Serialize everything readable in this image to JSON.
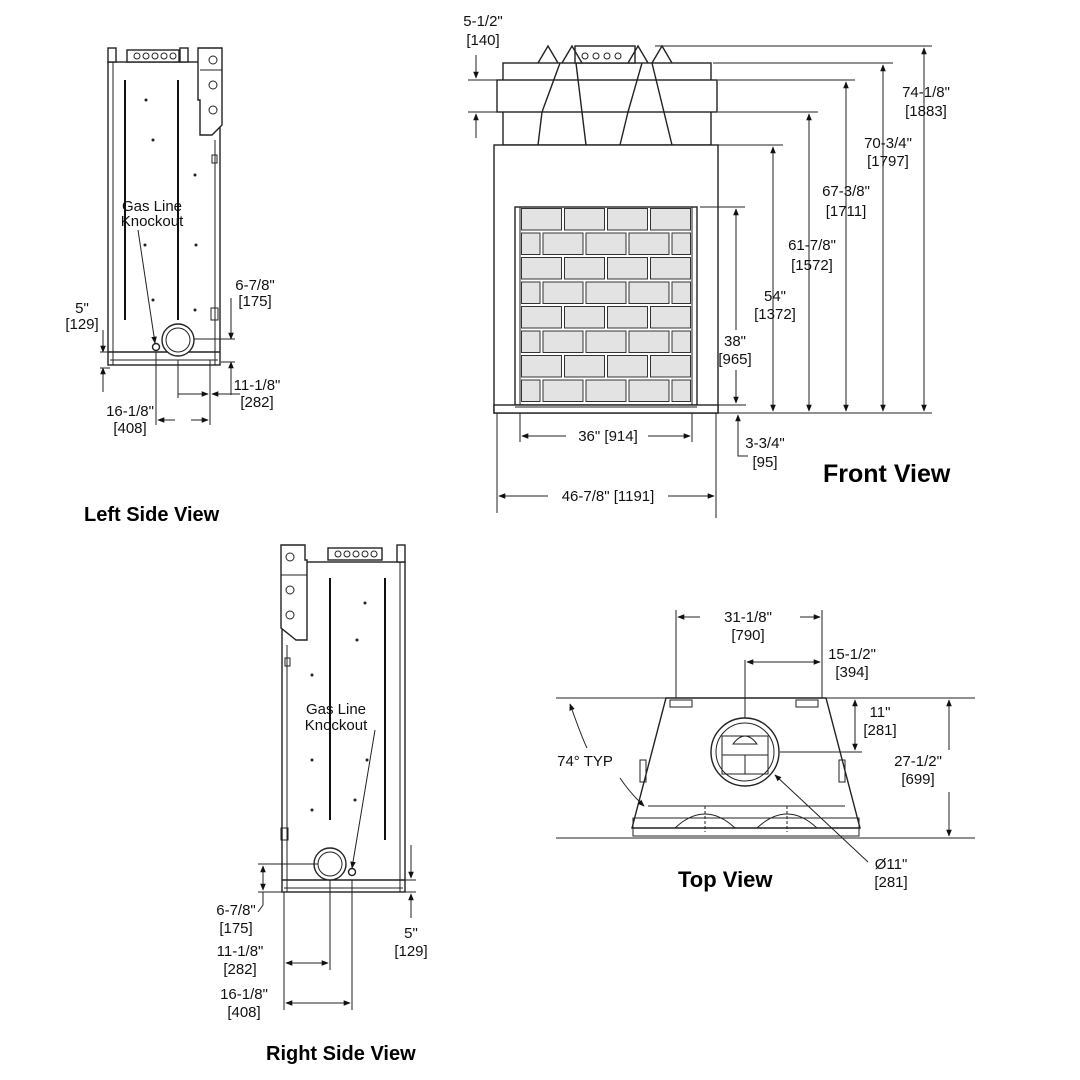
{
  "views": {
    "left_side": "Left Side View",
    "front": "Front View",
    "right_side": "Right Side View",
    "top": "Top View"
  },
  "left_side": {
    "gas_line_1": "Gas Line",
    "gas_line_2": "Knockout",
    "d_5_in": "5\"",
    "d_5_mm": "[129]",
    "d_678_in": "6-7/8\"",
    "d_678_mm": "[175]",
    "d_1118_in": "11-1/8\"",
    "d_1118_mm": "[282]",
    "d_1618_in": "16-1/8\"",
    "d_1618_mm": "[408]"
  },
  "front": {
    "d_512_in": "5-1/2\"",
    "d_512_mm": "[140]",
    "d_7418_in": "74-1/8\"",
    "d_7418_mm": "[1883]",
    "d_7034_in": "70-3/4\"",
    "d_7034_mm": "[1797]",
    "d_6738_in": "67-3/8\"",
    "d_6738_mm": "[1711]",
    "d_6178_in": "61-7/8\"",
    "d_6178_mm": "[1572]",
    "d_54_in": "54\"",
    "d_54_mm": "[1372]",
    "d_38_in": "38\"",
    "d_38_mm": "[965]",
    "d_36": "36\" [914]",
    "d_334_in": "3-3/4\"",
    "d_334_mm": "[95]",
    "d_4678": "46-7/8\" [1191]"
  },
  "right_side": {
    "gas_line_1": "Gas Line",
    "gas_line_2": "Knockout",
    "d_678_in": "6-7/8\"",
    "d_678_mm": "[175]",
    "d_1118_in": "11-1/8\"",
    "d_1118_mm": "[282]",
    "d_1618_in": "16-1/8\"",
    "d_1618_mm": "[408]",
    "d_5_in": "5\"",
    "d_5_mm": "[129]"
  },
  "top": {
    "d_3118_in": "31-1/8\"",
    "d_3118_mm": "[790]",
    "d_1512_in": "15-1/2\"",
    "d_1512_mm": "[394]",
    "d_11_in": "11\"",
    "d_11_mm": "[281]",
    "d_2712_in": "27-1/2\"",
    "d_2712_mm": "[699]",
    "angle": "74° TYP",
    "d_dia_in": "Ø11\"",
    "d_dia_mm": "[281]"
  }
}
